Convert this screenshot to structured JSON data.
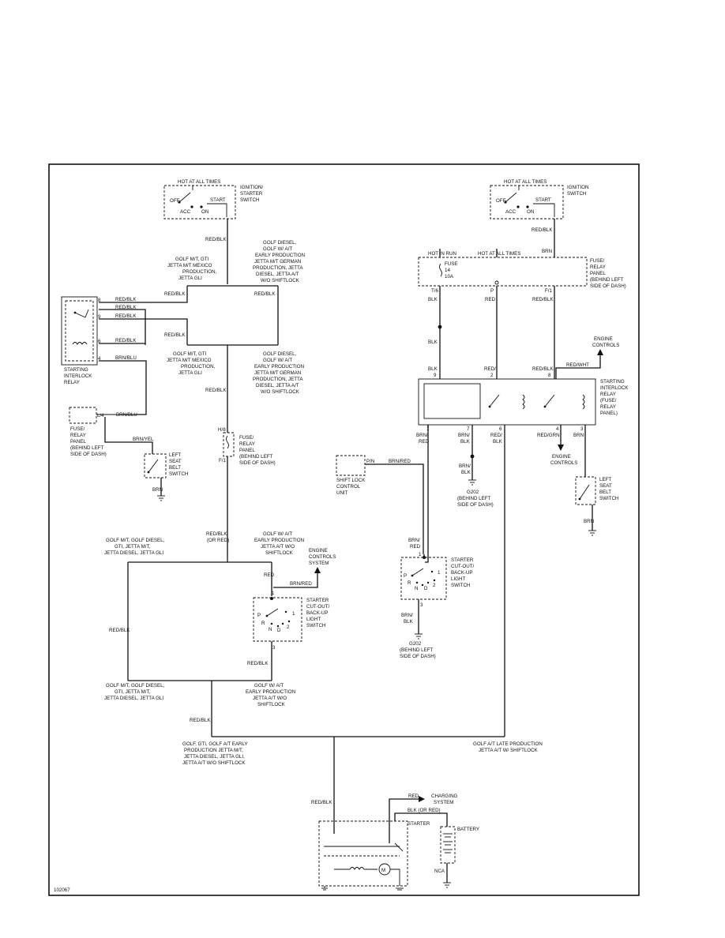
{
  "diagram": {
    "figure_id": "102067",
    "ign_left": {
      "hot": "HOT AT ALL TIMES",
      "name": [
        "IGNITION/",
        "STARTER",
        "SWITCH"
      ],
      "off": "OFF",
      "acc": "ACC",
      "on": "ON",
      "start": "START",
      "wire": "RED/BLK"
    },
    "ign_right": {
      "hot": "HOT AT ALL TIMES",
      "name": [
        "IGNITION",
        "SWITCH"
      ],
      "off": "OFF",
      "acc": "ACC",
      "on": "ON",
      "start": "START",
      "wire": "RED/BLK"
    },
    "left_text": {
      "golf_mt_top": [
        "GOLF M/T, GTI",
        "JETTA M/T MEXICO",
        "PRODUCTION,",
        "JETTA GLI"
      ],
      "golf_diesel_top": [
        "GOLF DIESEL,",
        "GOLF W/ A/T",
        "EARLY PRODUCTION",
        "JETTA M/T GERMAN",
        "PRODUCTION, JETTA",
        "DIESEL, JETTA A/T",
        "W/O SHIFTLOCK"
      ],
      "red_blk_a": "RED/BLK",
      "red_blk_b": "RED/BLK",
      "red_blk_c": "RED/BLK",
      "golf_mt_bot": [
        "GOLF M/T, GTI",
        "JETTA M/T MEXICO",
        "PRODUCTION,",
        "JETTA GLI"
      ],
      "golf_diesel_bot": [
        "GOLF DIESEL,",
        "GOLF W/ A/T",
        "EARLY PRODUCTION",
        "JETTA M/T GERMAN",
        "PRODUCTION, JETTA",
        "DIESEL, JETTA A/T",
        "W/O SHIFTLOCK"
      ],
      "red_blk_d": "RED/BLK",
      "fuse_top": "H/8",
      "fuse_bot": "F/1",
      "fuse_panel": [
        "FUSE/",
        "RELAY",
        "PANEL",
        "(BEHIND LEFT",
        "SIDE OF DASH)"
      ],
      "red_blk_or_red": [
        "RED/BLK",
        "(OR RED)"
      ],
      "golf_mt_mid": [
        "GOLF M/T, GOLF DIESEL,",
        "GTI, JETTA M/T,",
        "JETTA DIESEL, JETTA GLI"
      ],
      "golf_at_mid": [
        "GOLF W/ A/T",
        "EARLY PRODUCTION",
        "JETTA A/T W/O",
        "SHIFTLOCK"
      ],
      "engine_controls": [
        "ENGINE",
        "CONTROLS",
        "SYSTEM"
      ],
      "red": "RED",
      "brn_red": "BRN/RED",
      "red_blk_side": "RED/BLK",
      "red_blk_e": "RED/BLK",
      "golf_mt_low": [
        "GOLF M/T, GOLF DIESEL,",
        "GTI, JETTA M/T,",
        "JETTA DIESEL, JETTA GLI"
      ],
      "golf_at_low": [
        "GOLF W/ A/T",
        "EARLY PRODUCTION",
        "JETTA A/T W/O",
        "SHIFTLOCK"
      ],
      "red_blk_f": "RED/BLK"
    },
    "relay_left": {
      "name": [
        "STARTING",
        "INTERLOCK",
        "RELAY"
      ],
      "p8": "8",
      "p9": "9",
      "p6": "6",
      "p4": "4",
      "w8": "RED/BLK",
      "w_mid": "RED/BLK",
      "w9": "RED/BLK",
      "w6": "RED/BLK",
      "w4": "BRN/BLU"
    },
    "fuse_left": {
      "name": [
        "FUSE/",
        "RELAY",
        "PANEL",
        "(BEHIND LEFT",
        "SIDE OF DASH)"
      ],
      "pin": "L/4",
      "wire": "BRN/BLU"
    },
    "belt_left": {
      "wire_in": "BRN/YEL",
      "name": [
        "LEFT",
        "SEAT",
        "BELT",
        "SWITCH"
      ],
      "wire_out": "BRN"
    },
    "starter_left": {
      "name": [
        "STARTER",
        "CUT-OUT/",
        "BACK-UP",
        "LIGHT",
        "SWITCH"
      ],
      "p1": "1",
      "p3": "3",
      "gears": {
        "p": "P",
        "r": "R",
        "n": "N",
        "d": "D",
        "two": "2",
        "one": "1"
      }
    },
    "fuse_right": {
      "hot_run": "HOT IN RUN",
      "hot_all": "HOT AT ALL TIMES",
      "wire_in": "BRN",
      "fuse": [
        "FUSE",
        "14",
        "10A"
      ],
      "name": [
        "FUSE/",
        "RELAY",
        "PANEL",
        "(BEHIND LEFT",
        "SIDE OF DASH)"
      ],
      "pin_a": "T/6",
      "pin_b": "P",
      "pin_c": "F/1",
      "w_a": "BLK",
      "w_b": "RED",
      "w_c": "RED/BLK",
      "w_a2": "BLK"
    },
    "relay_right": {
      "name": [
        "STARTING",
        "INTERLOCK",
        "RELAY",
        "(FUSE/",
        "RELAY",
        "PANEL)"
      ],
      "engine_top": [
        "ENGINE",
        "CONTROLS"
      ],
      "w_top_eng": "RED/WHT",
      "top_wires": [
        "BLK",
        "RED/",
        "RED/BLK"
      ],
      "top_pins": [
        "9",
        "2",
        "8"
      ],
      "bot_pins": [
        "1",
        "7",
        "6",
        "4",
        "3"
      ],
      "bot_wires": [
        [
          "BRN/",
          "RED"
        ],
        [
          "BRN/",
          "BLK"
        ],
        [
          "RED/",
          "BLK"
        ],
        [
          "RED/GRN"
        ],
        [
          "BRN"
        ]
      ],
      "engine_bot": [
        "ENGINE",
        "CONTROLS"
      ],
      "ground_wire": [
        "BRN/",
        "BLK"
      ],
      "ground": [
        "G202",
        "(BEHIND LEFT",
        "SIDE OF DASH)"
      ]
    },
    "shift_lock": {
      "name": [
        "SHIFT LOCK",
        "CONTROL",
        "UNIT"
      ],
      "pin": "P/N",
      "wire": "BRN/RED"
    },
    "belt_right": {
      "name": [
        "LEFT",
        "SEAT",
        "BELT",
        "SWITCH"
      ],
      "wire_out": "BRN"
    },
    "starter_right": {
      "wire_in": [
        "BRN/",
        "RED"
      ],
      "name": [
        "STARTER",
        "CUT-OUT/",
        "BACK-UP",
        "LIGHT",
        "SWITCH"
      ],
      "p1": "1",
      "p3": "3",
      "gears": {
        "p": "P",
        "r": "R",
        "n": "N",
        "d": "D",
        "two": "2",
        "one": "1"
      },
      "wire_out": [
        "BRN/",
        "BLK"
      ],
      "ground": [
        "G202",
        "(BEHIND LEFT",
        "SIDE OF DASH)"
      ]
    },
    "bottom": {
      "left_note": [
        "GOLF, GTI, GOLF A/T EARLY",
        "PRODUCTION JETTA M/T,",
        "JETTA DIESEL, JETTA GLI,",
        "JETTA A/T W/O SHIFTLOCK"
      ],
      "right_note": [
        "GOLF A/T LATE PRODUCTION",
        "JETTA A/T W/ SHIFTLOCK"
      ],
      "red_blk": "RED/BLK",
      "red": "RED",
      "charging": [
        "CHARGING",
        "SYSTEM"
      ],
      "blk_or_red": "BLK (OR RED)",
      "starter": "STARTER",
      "battery": "BATTERY",
      "nca": "NCA",
      "motor": "M"
    }
  }
}
